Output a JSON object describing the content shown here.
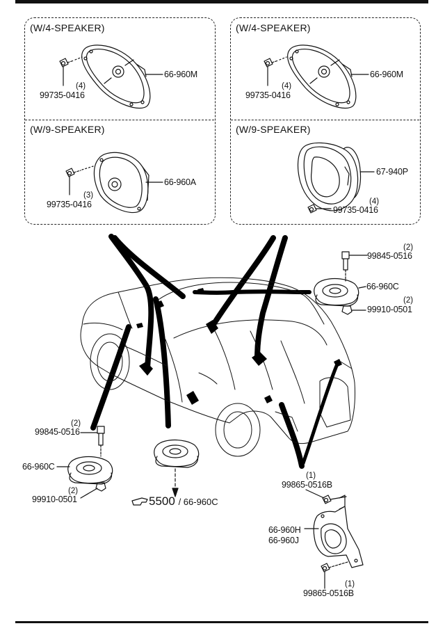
{
  "panels": {
    "top_left_title": "(W/4-SPEAKER)",
    "top_right_title": "(W/4-SPEAKER)",
    "bottom_left_title": "(W/9-SPEAKER)",
    "bottom_right_title": "(W/9-SPEAKER)"
  },
  "parts": {
    "tl_speaker": "66-960M",
    "tl_screw": "99735-0416",
    "tl_screw_qty": "(4)",
    "tr_speaker": "66-960M",
    "tr_screw": "99735-0416",
    "tr_screw_qty": "(4)",
    "bl_speaker": "66-960A",
    "bl_screw": "99735-0416",
    "bl_screw_qty": "(3)",
    "br_speaker": "67-940P",
    "br_screw": "99735-0416",
    "br_screw_qty": "(4)",
    "right_bolt": "99845-0516",
    "right_bolt_qty": "(2)",
    "right_tweeter": "66-960C",
    "right_nut": "99910-0501",
    "right_nut_qty": "(2)",
    "left_bolt": "99845-0516",
    "left_bolt_qty": "(2)",
    "left_tweeter": "66-960C",
    "left_nut": "99910-0501",
    "left_nut_qty": "(2)",
    "center_ref_num": "5500",
    "center_ref_part": "/ 66-960C",
    "sub_screw_top": "99865-0516B",
    "sub_screw_top_qty": "(1)",
    "sub_speaker_h": "66-960H",
    "sub_speaker_j": "66-960J",
    "sub_screw_bottom": "99865-0516B",
    "sub_screw_bottom_qty": "(1)"
  }
}
